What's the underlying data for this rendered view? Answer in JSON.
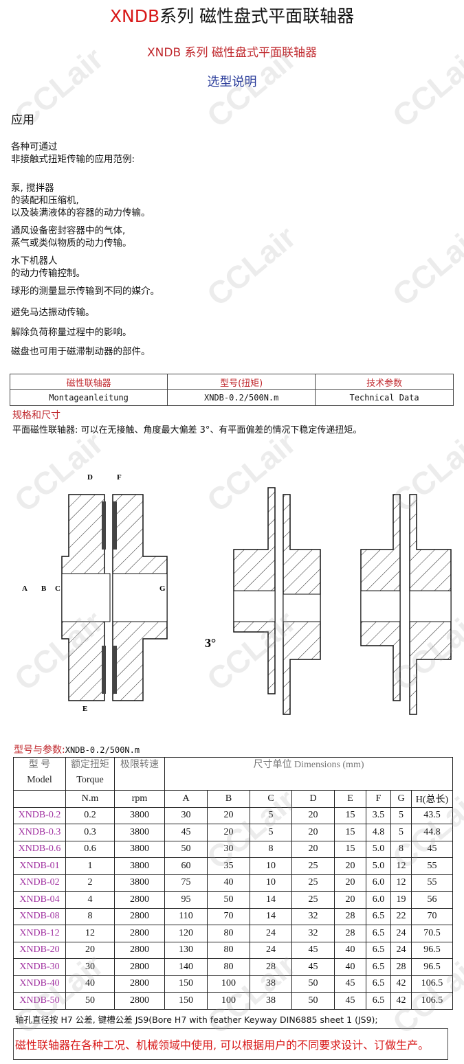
{
  "title": {
    "brand": "XNDB",
    "rest": "系列  磁性盘式平面联轴器"
  },
  "subtitle": "XNDB 系列  磁性盘式平面联轴器",
  "selection": "选型说明",
  "application": {
    "heading": "应用",
    "lines": [
      "各种可通过",
      "非接触式扭矩传输的应用范例:",
      "泵, 搅拌器",
      "的装配和压缩机,",
      "以及装满液体的容器的动力传输。",
      "通风设备密封容器中的气体,",
      "蒸气或类似物质的动力传输。",
      "水下机器人",
      "的动力传输控制。",
      "球形的测量显示传输到不同的媒介。",
      "避免马达振动传输。",
      "解除负荷称量过程中的影响。",
      "磁盘也可用于磁滞制动器的部件。"
    ]
  },
  "info_table": {
    "headers": [
      "磁性联轴器",
      "型号(扭矩)",
      "技术参数"
    ],
    "values": [
      "Montageanleitung",
      "XNDB-0.2/500N.m",
      "Technical Data"
    ]
  },
  "spec_heading": "规格和尺寸",
  "spec_desc": "平面磁性联轴器: 可以在无接触、角度最大偏差 3°、有平面偏差的情况下稳定传递扭矩。",
  "drawing": {
    "labels": [
      "D",
      "F",
      "A",
      "B",
      "C",
      "G",
      "E",
      "3°"
    ]
  },
  "params_title": {
    "label": "型号与参数:",
    "model": "XNDB-0.2/500N.m"
  },
  "params_table": {
    "h1": [
      "型    号",
      "额定扭矩",
      "极限转速",
      "尺寸单位 Dimensions (mm)"
    ],
    "h1b": [
      "Model",
      "Torque"
    ],
    "h2": [
      "",
      "N.m",
      "rpm",
      "A",
      "B",
      "C",
      "D",
      "E",
      "F",
      "G",
      "H(总长)"
    ],
    "rows": [
      [
        "XNDB-0.2",
        "0.2",
        "3800",
        "30",
        "20",
        "5",
        "20",
        "15",
        "3.5",
        "5",
        "43.5"
      ],
      [
        "XNDB-0.3",
        "0.3",
        "3800",
        "45",
        "20",
        "5",
        "20",
        "15",
        "4.8",
        "5",
        "44.8"
      ],
      [
        "XNDB-0.6",
        "0.6",
        "3800",
        "50",
        "30",
        "8",
        "20",
        "15",
        "5.0",
        "8",
        "45"
      ],
      [
        "XNDB-01",
        "1",
        "3800",
        "60",
        "35",
        "10",
        "25",
        "20",
        "5.0",
        "12",
        "55"
      ],
      [
        "XNDB-02",
        "2",
        "3800",
        "75",
        "40",
        "10",
        "25",
        "20",
        "6.0",
        "12",
        "55"
      ],
      [
        "XNDB-04",
        "4",
        "2800",
        "95",
        "50",
        "14",
        "25",
        "20",
        "6.0",
        "19",
        "56"
      ],
      [
        "XNDB-08",
        "8",
        "2800",
        "110",
        "70",
        "14",
        "32",
        "28",
        "6.5",
        "22",
        "70"
      ],
      [
        "XNDB-12",
        "12",
        "2800",
        "120",
        "80",
        "24",
        "32",
        "28",
        "6.5",
        "24",
        "70.5"
      ],
      [
        "XNDB-20",
        "20",
        "2800",
        "130",
        "80",
        "24",
        "45",
        "40",
        "6.5",
        "24",
        "96.5"
      ],
      [
        "XNDB-30",
        "30",
        "2800",
        "140",
        "80",
        "28",
        "45",
        "40",
        "6.5",
        "28",
        "96.5"
      ],
      [
        "XNDB-40",
        "40",
        "2800",
        "150",
        "100",
        "38",
        "50",
        "45",
        "6.5",
        "42",
        "106.5"
      ],
      [
        "XNDB-50",
        "50",
        "2800",
        "150",
        "100",
        "38",
        "50",
        "45",
        "6.5",
        "42",
        "106.5"
      ]
    ]
  },
  "note": "轴孔直径按 H7 公差, 键槽公差 JS9(Bore H7 with feather Keyway DIN6885 sheet 1 (JS9);",
  "footer": "磁性联轴器在各种工况、机械领域中使用, 可以根据用户的不同要求设计、订做生产。",
  "watermark": "CCLair"
}
